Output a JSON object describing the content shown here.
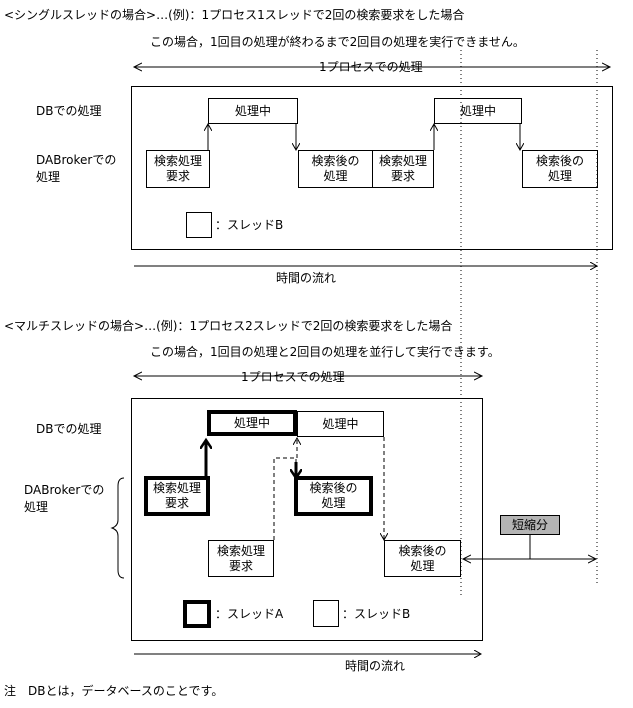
{
  "section1": {
    "heading": "<シングルスレッドの場合>…(例)：1プロセス1スレッドで2回の検索要求をした場合",
    "subheading": "この場合，1回目の処理が終わるまで2回目の処理を実行できません。",
    "process_label": "1プロセスでの処理",
    "row_db": "DBでの処理",
    "row_dabroker": "DABrokerでの\n処理",
    "box_req1": "検索処理\n要求",
    "box_proc1": "処理中",
    "box_post1": "検索後の\n処理",
    "box_req2": "検索処理\n要求",
    "box_proc2": "処理中",
    "box_post2": "検索後の\n処理",
    "legend_thread_b": "：スレッドB",
    "time_flow": "時間の流れ"
  },
  "section2": {
    "heading": "<マルチスレッドの場合>…(例)：1プロセス2スレッドで2回の検索要求をした場合",
    "subheading": "この場合，1回目の処理と2回目の処理を並行して実行できます。",
    "process_label": "1プロセスでの処理",
    "row_db": "DBでの処理",
    "row_dabroker": "DABrokerでの\n処理",
    "box_req_a": "検索処理\n要求",
    "box_proc_a": "処理中",
    "box_post_a": "検索後の\n処理",
    "box_req_b": "検索処理\n要求",
    "box_proc_b": "処理中",
    "box_post_b": "検索後の\n処理",
    "shortened": "短縮分",
    "legend_thread_a": "：スレッドA",
    "legend_thread_b": "：スレッドB",
    "time_flow": "時間の流れ"
  },
  "note": "注　DBとは，データベースのことです。"
}
